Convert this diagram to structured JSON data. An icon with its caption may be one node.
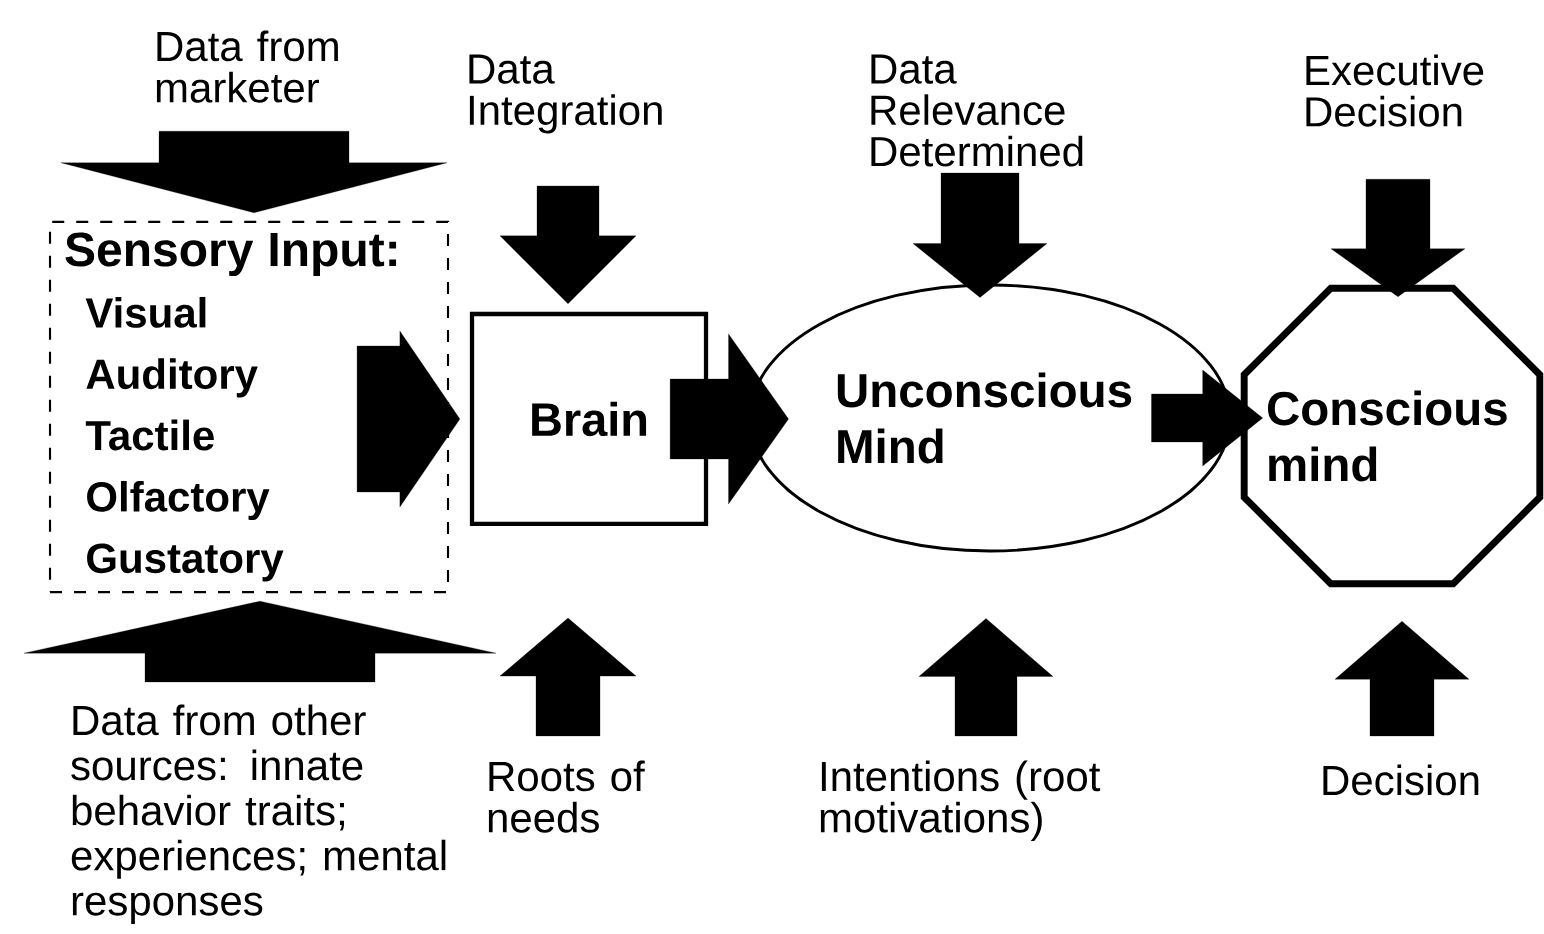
{
  "diagram": {
    "nodes": [
      {
        "text": [
          "Sensory Input:",
          "Visual",
          "Auditory",
          "Tactile",
          "Olfactory",
          "Gustatory"
        ]
      },
      {
        "text": [
          "Brain"
        ]
      },
      {
        "text": [
          "Unconscious Mind"
        ]
      },
      {
        "text": [
          "Conscious mind"
        ]
      },
      {
        "text": [
          "Data from marketer"
        ]
      },
      {
        "text": [
          "Data from other sources: innate behavior traits; experiences; mental responses"
        ]
      },
      {
        "text": [
          "Data Integration"
        ]
      },
      {
        "text": [
          "Roots of needs"
        ]
      },
      {
        "text": [
          "Data Relevance Determined"
        ]
      },
      {
        "text": [
          "Intentions (root motivations)"
        ]
      },
      {
        "text": [
          "Executive Decision"
        ]
      },
      {
        "text": [
          "Decision"
        ]
      }
    ],
    "edges": [
      {
        "from": 4,
        "to": 0,
        "arrow": "to",
        "style": "thick"
      },
      {
        "from": 5,
        "to": 0,
        "arrow": "to",
        "style": "thick"
      },
      {
        "from": 0,
        "to": 1,
        "arrow": "to",
        "style": "thick"
      },
      {
        "from": 6,
        "to": 1,
        "arrow": "to",
        "style": "thick"
      },
      {
        "from": 7,
        "to": 1,
        "arrow": "to",
        "style": "thick"
      },
      {
        "from": 1,
        "to": 2,
        "arrow": "to",
        "style": "thick"
      },
      {
        "from": 8,
        "to": 2,
        "arrow": "to",
        "style": "thick"
      },
      {
        "from": 9,
        "to": 2,
        "arrow": "to",
        "style": "thick"
      },
      {
        "from": 2,
        "to": 3,
        "arrow": "to",
        "style": "thick"
      },
      {
        "from": 10,
        "to": 3,
        "arrow": "to",
        "style": "thick"
      },
      {
        "from": 11,
        "to": 3,
        "arrow": "to",
        "style": "thick"
      }
    ]
  }
}
